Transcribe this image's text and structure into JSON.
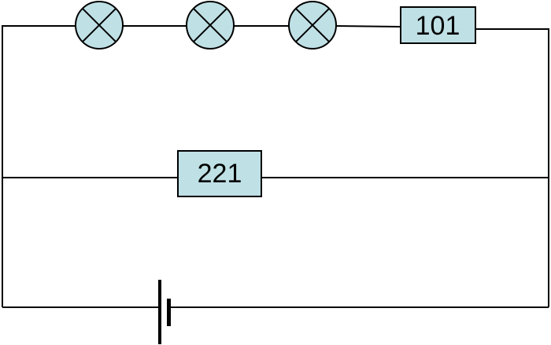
{
  "diagram": {
    "type": "circuit",
    "colors": {
      "component_fill": "#bfe0e5",
      "wire": "#000000"
    },
    "lamps": [
      {
        "name": "lamp-1"
      },
      {
        "name": "lamp-2"
      },
      {
        "name": "lamp-3"
      }
    ],
    "resistors": [
      {
        "id": "top",
        "label": "101"
      },
      {
        "id": "middle",
        "label": "221"
      }
    ],
    "battery": {
      "name": "battery"
    }
  }
}
